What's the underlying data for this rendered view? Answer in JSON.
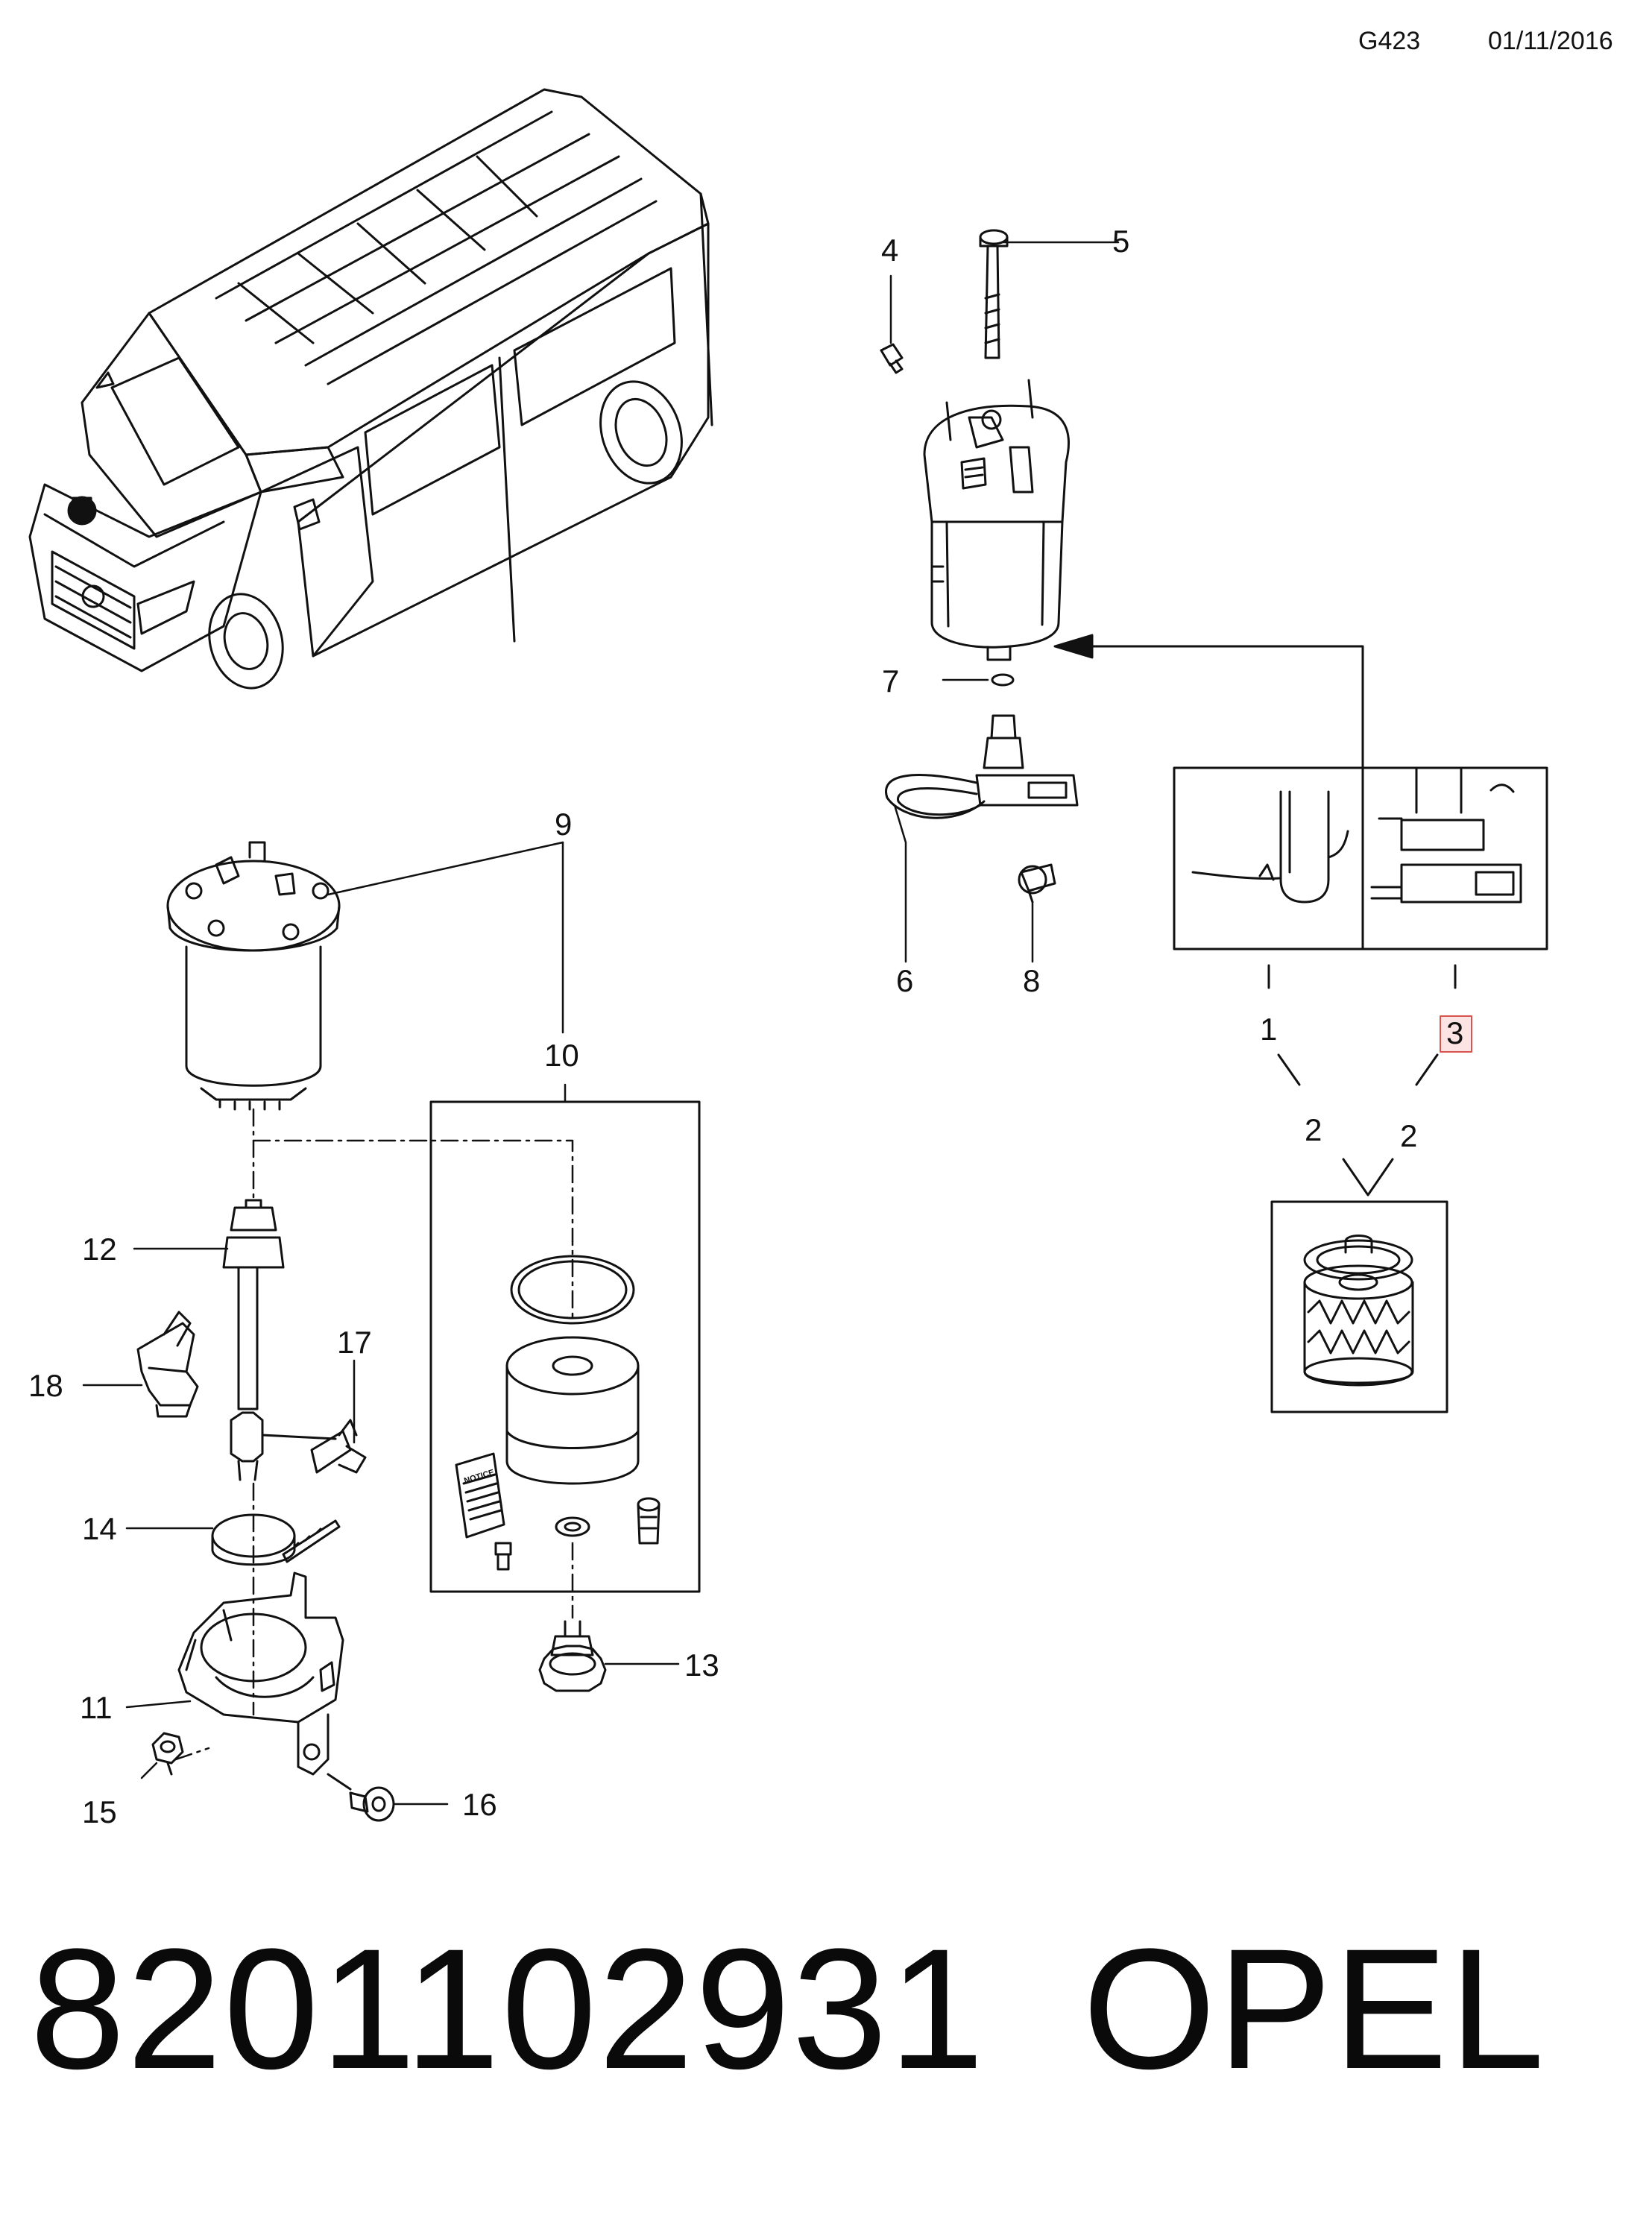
{
  "header": {
    "code": "G423",
    "date": "01/11/2016"
  },
  "callouts": {
    "c1": "1",
    "c2a": "2",
    "c2b": "2",
    "c3": "3",
    "c4": "4",
    "c5": "5",
    "c6": "6",
    "c7": "7",
    "c8": "8",
    "c9": "9",
    "c10": "10",
    "c11": "11",
    "c12": "12",
    "c13": "13",
    "c14": "14",
    "c15": "15",
    "c16": "16",
    "c17": "17",
    "c18": "18"
  },
  "notice_label": "NOTICE",
  "footer": {
    "part_number": "8201102931",
    "brand": "OPEL"
  },
  "colors": {
    "line": "#111111",
    "highlight_fill": "#fde4e4",
    "highlight_stroke": "#d9534f"
  }
}
